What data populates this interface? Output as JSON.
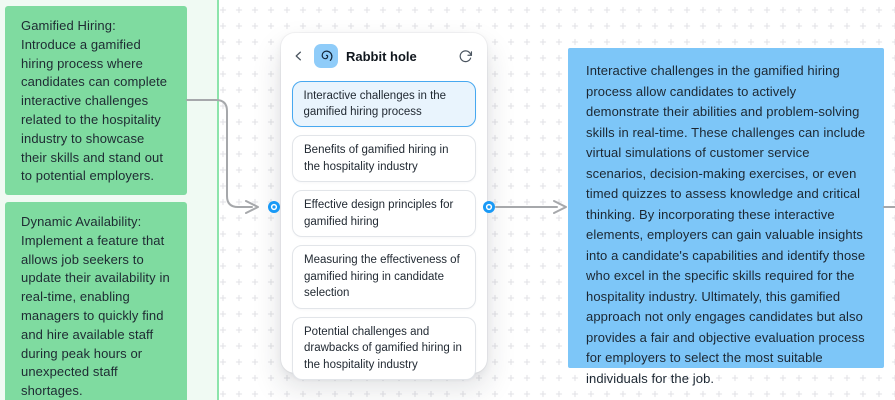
{
  "canvas": {
    "left_frame": {
      "background": "#f0faf3",
      "border_color": "#8ce4ab",
      "notes": [
        {
          "text": "Gamified Hiring: Introduce a gamified hiring process where candidates can complete interactive challenges related to the hospitality industry to showcase their skills and stand out to potential employers.",
          "color": "#7fdba0"
        },
        {
          "text": "Dynamic Availability: Implement a feature that allows job seekers to update their availability in real-time, enabling managers to quickly find and hire available staff during peak hours or unexpected staff shortages.",
          "color": "#7fdba0"
        }
      ]
    },
    "rabbit_hole": {
      "title": "Rabbit hole",
      "icons": {
        "back": "chevron-left-icon",
        "app": "spiral-icon",
        "refresh": "refresh-icon"
      },
      "icon_bg": "#8fccf9",
      "selected_border": "#47a8f0",
      "selected_bg": "#e9f4fd",
      "items": [
        {
          "label": "Interactive challenges in the gamified hiring process",
          "selected": true
        },
        {
          "label": "Benefits of gamified hiring in the hospitality industry",
          "selected": false
        },
        {
          "label": "Effective design principles for gamified hiring",
          "selected": false
        },
        {
          "label": "Measuring the effectiveness of gamified hiring in candidate selection",
          "selected": false
        },
        {
          "label": "Potential challenges and drawbacks of gamified hiring in the hospitality industry",
          "selected": false
        }
      ]
    },
    "answer_note": {
      "text": "Interactive challenges in the gamified hiring process allow candidates to actively demonstrate their abilities and problem-solving skills in real-time. These challenges can include virtual simulations of customer service scenarios, decision-making exercises, or even timed quizzes to assess knowledge and critical thinking. By incorporating these interactive elements, employers can gain valuable insights into a candidate's capabilities and identify those who excel in the specific skills required for the hospitality industry. Ultimately, this gamified approach not only engages candidates but also provides a fair and objective evaluation process for employers to select the most suitable individuals for the job.",
      "color": "#7dc6f8"
    },
    "connectors": {
      "color": "#a6a8ab",
      "port_color": "#1899f6",
      "grid_mark_color": "#e2e2e6"
    }
  }
}
